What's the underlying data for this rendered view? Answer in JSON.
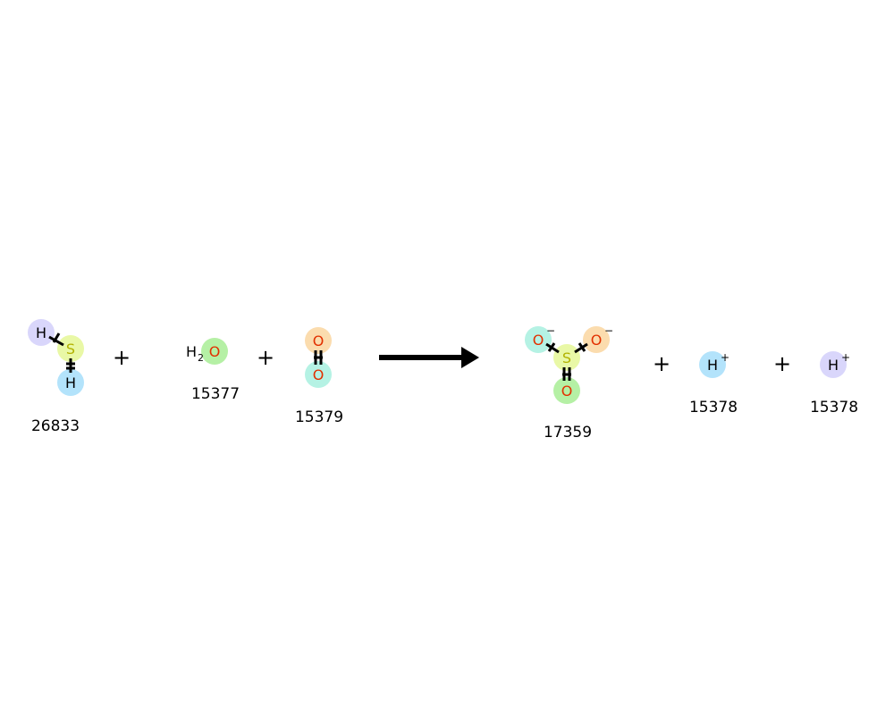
{
  "reaction": {
    "plus_symbol": "+",
    "reactants": [
      {
        "id_label": "26833",
        "atoms": [
          {
            "symbol": "H",
            "color": "#000000",
            "halo": "#d9d6fb"
          },
          {
            "symbol": "S",
            "color": "#b2b200",
            "halo": "#e9f8a6"
          },
          {
            "symbol": "H",
            "color": "#000000",
            "halo": "#b3e3fb"
          }
        ]
      },
      {
        "id_label": "15377",
        "atoms": [
          {
            "symbol": "H",
            "subscript": "2",
            "color": "#000000"
          },
          {
            "symbol": "O",
            "color": "#e23000",
            "halo": "#b5f0a5"
          }
        ]
      },
      {
        "id_label": "15379",
        "atoms": [
          {
            "symbol": "O",
            "color": "#e23000",
            "halo": "#fbdcae"
          },
          {
            "symbol": "O",
            "color": "#e23000",
            "halo": "#b5f2e4"
          }
        ]
      }
    ],
    "products": [
      {
        "id_label": "17359",
        "atoms": [
          {
            "symbol": "O",
            "charge": "−",
            "color": "#e23000",
            "halo": "#b5f2e4"
          },
          {
            "symbol": "S",
            "color": "#b2b200",
            "halo": "#e9f8a6"
          },
          {
            "symbol": "O",
            "charge": "−",
            "color": "#e23000",
            "halo": "#fbdcae"
          },
          {
            "symbol": "O",
            "color": "#e23000",
            "halo": "#b5f0a5"
          }
        ]
      },
      {
        "id_label": "15378",
        "atoms": [
          {
            "symbol": "H",
            "charge": "+",
            "color": "#000000",
            "halo": "#b3e3fb"
          }
        ]
      },
      {
        "id_label": "15378",
        "atoms": [
          {
            "symbol": "H",
            "charge": "+",
            "color": "#000000",
            "halo": "#d9d6fb"
          }
        ]
      }
    ]
  }
}
